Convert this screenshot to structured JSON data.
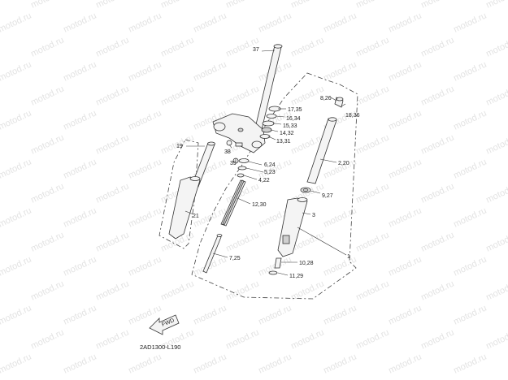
{
  "watermark": "motod.ru",
  "diagram_code": "2AD1300-L190",
  "fwd_label": "FWD",
  "callouts": {
    "c37": "37",
    "c8_26": "8,26",
    "c18_36": "18,36",
    "c17_35": "17,35",
    "c16_34": "16,34",
    "c15_33": "15,33",
    "c14_32": "14,32",
    "c13_31": "13,31",
    "c19": "19",
    "c38": "38",
    "c39": "39",
    "c6_24": "6,24",
    "c5_23": "5,23",
    "c4_22": "4,22",
    "c2_20": "2,20",
    "c9_27": "9,27",
    "c12_30": "12,30",
    "c21": "21",
    "c3": "3",
    "c7_25": "7,25",
    "c10_28": "10,28",
    "c1": "1",
    "c11_29": "11,29"
  }
}
